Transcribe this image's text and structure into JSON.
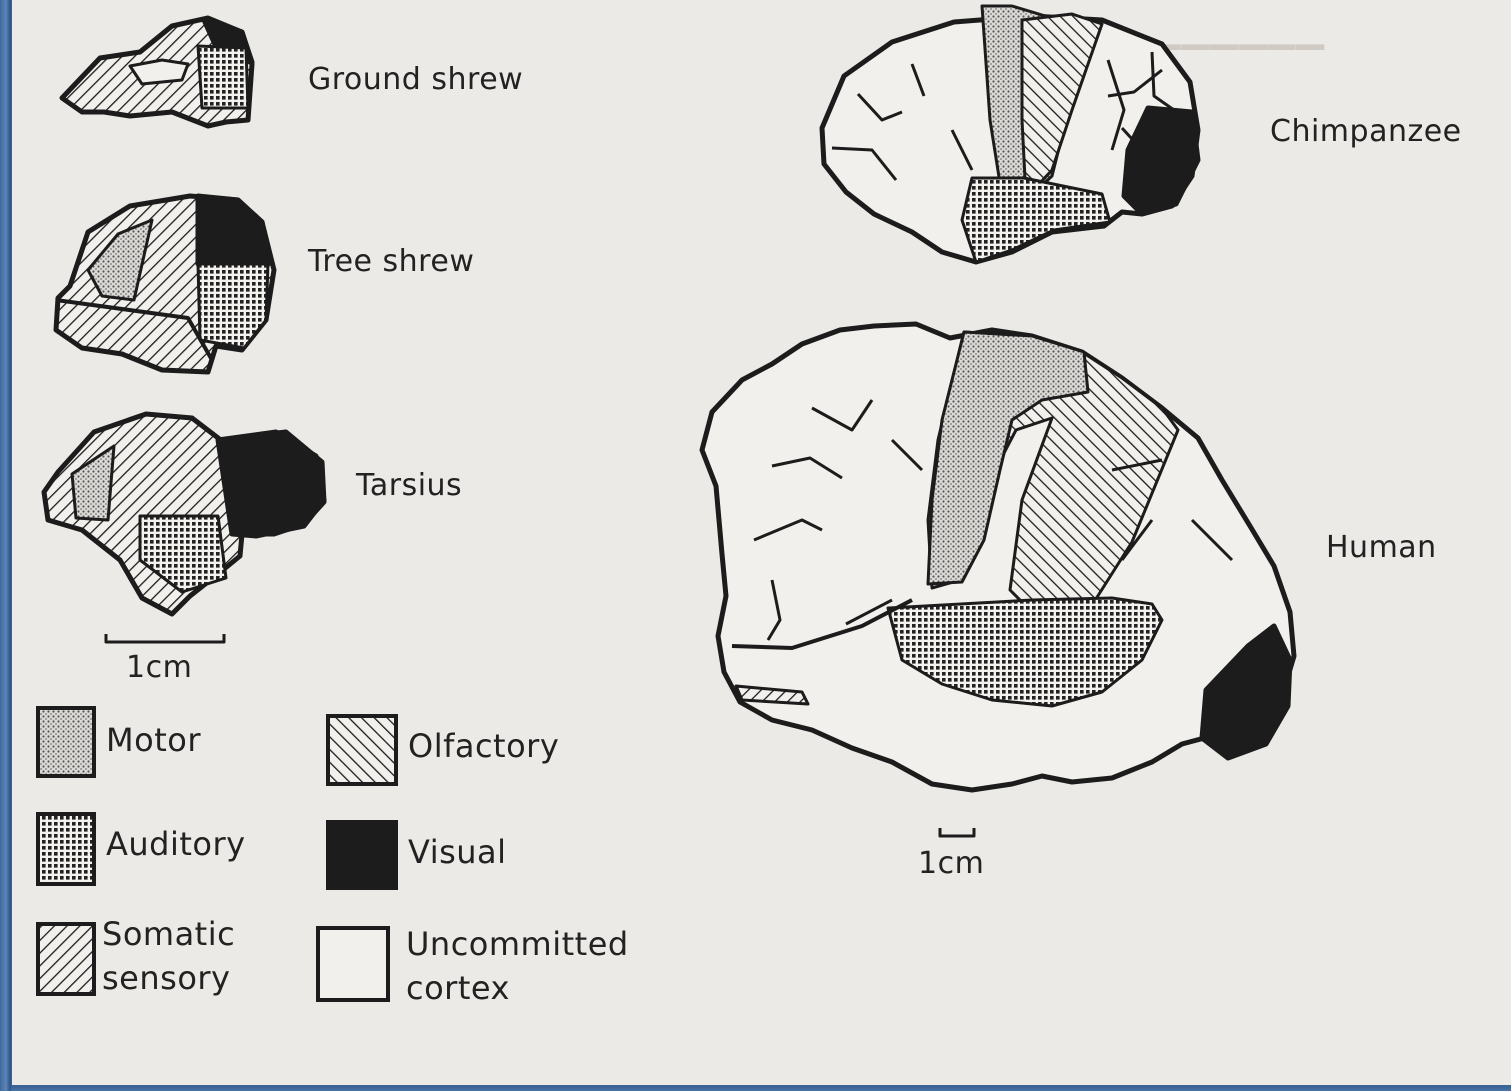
{
  "species": {
    "ground_shrew": "Ground shrew",
    "tree_shrew": "Tree shrew",
    "tarsius": "Tarsius",
    "chimpanzee": "Chimpanzee",
    "human": "Human"
  },
  "scale": {
    "left": "1cm",
    "right": "1cm"
  },
  "legend": {
    "motor": "Motor",
    "olfactory": "Olfactory",
    "auditory": "Auditory",
    "visual": "Visual",
    "somatic_line1": "Somatic",
    "somatic_line2": "sensory",
    "uncommitted_line1": "Uncommitted",
    "uncommitted_line2": "cortex"
  },
  "colors": {
    "page": "#eceae6",
    "border": "#3b6396",
    "ink": "#1c1c1c"
  }
}
